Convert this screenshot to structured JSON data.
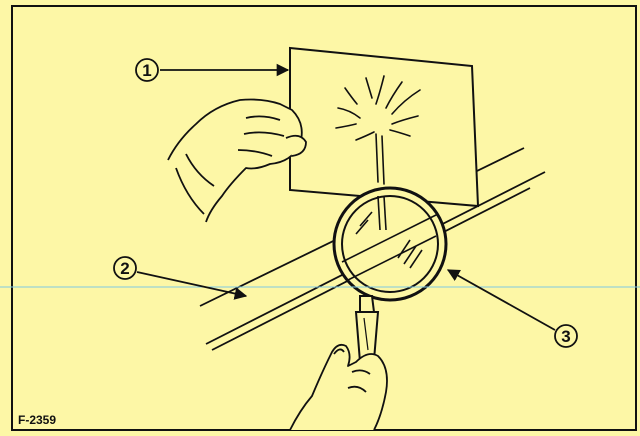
{
  "figure": {
    "id": "F-2359",
    "background_color": "#fdf7a6",
    "line_color": "#111111",
    "guide_line_color": "#7ec8e3"
  },
  "callouts": [
    {
      "number": "1",
      "points_to": "test-card"
    },
    {
      "number": "2",
      "points_to": "glass-surface"
    },
    {
      "number": "3",
      "points_to": "magnifying-glass"
    }
  ]
}
